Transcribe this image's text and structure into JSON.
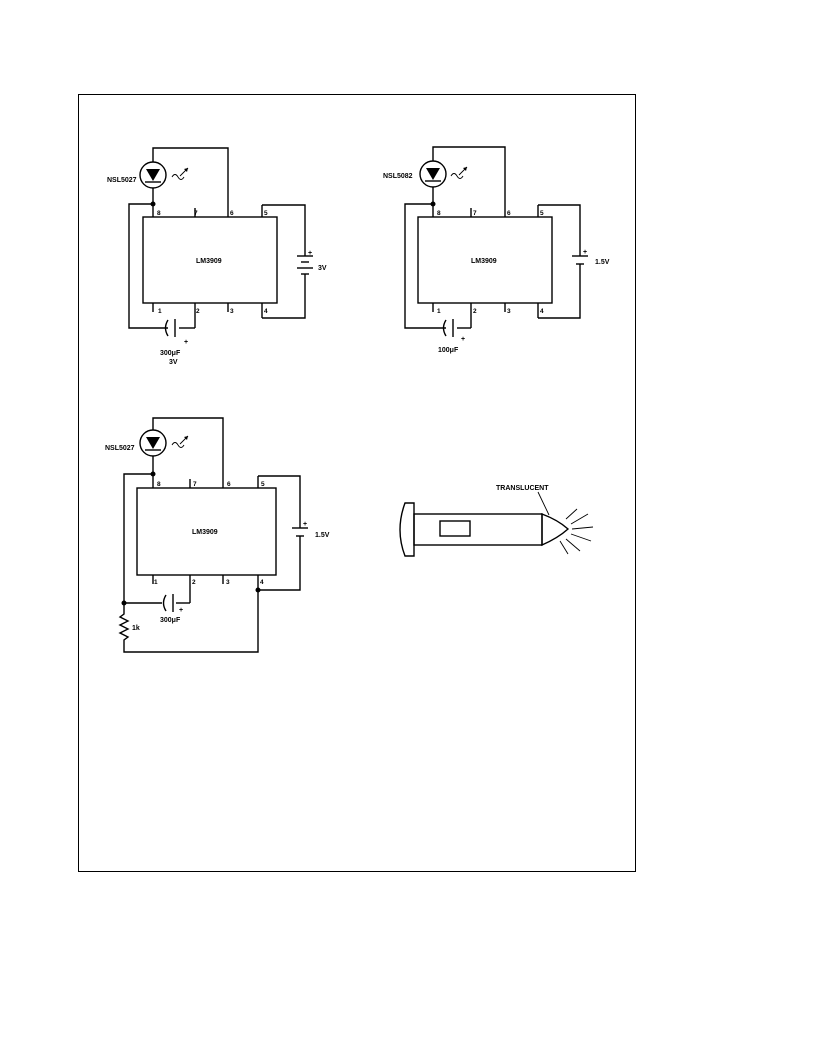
{
  "pin_numbers": {
    "p1": "1",
    "p2": "2",
    "p3": "3",
    "p4": "4",
    "p5": "5",
    "p6": "6",
    "p7": "7",
    "p8": "8"
  },
  "circuit_a": {
    "led": "NSL5027",
    "chip": "LM3909",
    "battery": "3V",
    "cap_value": "300μF",
    "cap_voltage": "3V",
    "plus": "+"
  },
  "circuit_b": {
    "led": "NSL5082",
    "chip": "LM3909",
    "battery": "1.5V",
    "cap_value": "100μF",
    "plus": "+"
  },
  "circuit_c": {
    "led": "NSL5027",
    "chip": "LM3909",
    "battery": "1.5V",
    "cap_value": "300μF",
    "resistor": "1k",
    "plus": "+"
  },
  "flashlight": {
    "label": "TRANSLUCENT"
  }
}
